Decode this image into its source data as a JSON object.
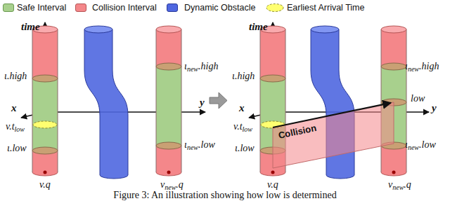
{
  "diagram": {
    "caption": "Figure 3: An illustration showing how low is determined",
    "nodes": [
      {
        "text": [
          "Collision"
        ]
      }
    ],
    "labels": [
      "time",
      "x",
      "y",
      "ι.high",
      "v.t",
      "low",
      "ι.low",
      "v.q",
      "ι",
      "new",
      ".high",
      "ι",
      "new",
      ".low",
      "v",
      "new",
      ".q",
      "time",
      "x",
      "y",
      "ι.high",
      "ι",
      "new",
      ".high",
      "low",
      "v.t",
      "low",
      "ι.low",
      "v.q",
      "ι",
      "new",
      ".low",
      "v",
      "new",
      ".q"
    ],
    "legend": [
      {
        "text": "Safe Interval",
        "color": "#a8d08d"
      },
      {
        "text": "Collision Interval",
        "color": "#f4878a"
      },
      {
        "text": "Dynamic Obstacle",
        "color": "#4f67e0"
      },
      {
        "text": "Earliest Arrival Time"
      }
    ]
  }
}
